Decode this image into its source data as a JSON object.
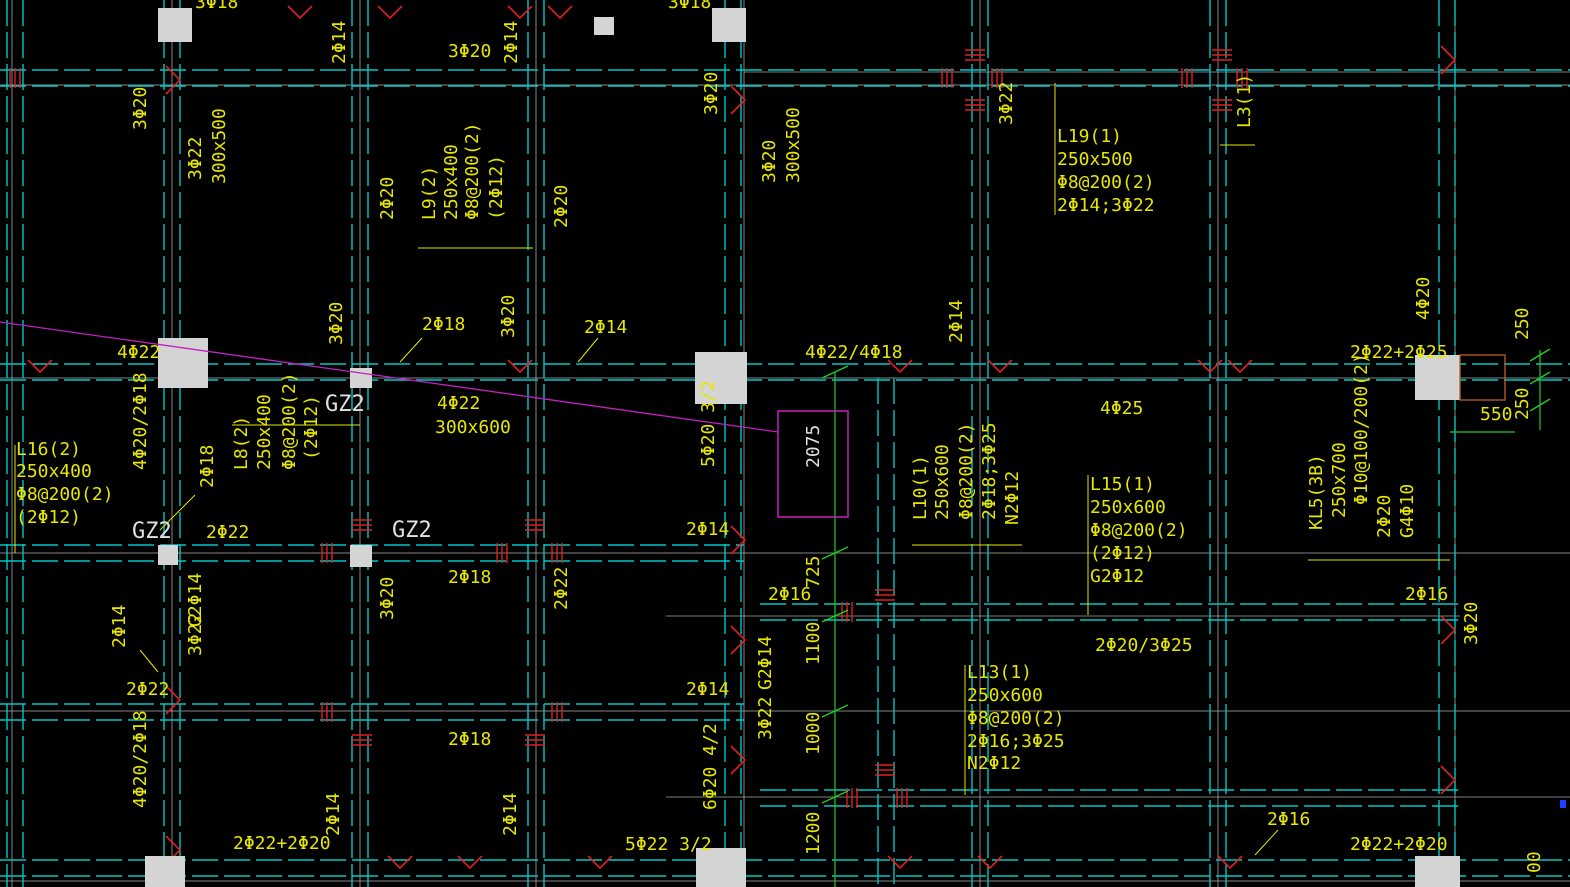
{
  "colors": {
    "background": "#000000",
    "text": "#e6e600",
    "column": "#d4d4d4",
    "axis": "#ffffff",
    "beam": "#00c8c8",
    "rebar": "#e02020",
    "dimension": "#22cc22",
    "highlight": "#c020c0",
    "orange": "#c06020",
    "grid": "#b0b0b0"
  },
  "labels": [
    {
      "text": "3Φ18"
    },
    {
      "text": "3Φ18"
    },
    {
      "text": "3Φ20"
    },
    {
      "text": "2Φ14"
    },
    {
      "text": "2Φ14"
    },
    {
      "text": "3Φ20"
    },
    {
      "text": "3Φ22"
    },
    {
      "text": "3Φ20"
    },
    {
      "text": "3Φ22"
    },
    {
      "text": "300x500"
    },
    {
      "text": "L9(2)"
    },
    {
      "text": "250x400"
    },
    {
      "text": "Φ8@200(2)"
    },
    {
      "text": "(2Φ12)"
    },
    {
      "text": "2Φ20"
    },
    {
      "text": "2Φ20"
    },
    {
      "text": "3Φ20"
    },
    {
      "text": "300x500"
    },
    {
      "text": "L19(1)"
    },
    {
      "text": "250x500"
    },
    {
      "text": "Φ8@200(2)"
    },
    {
      "text": "2Φ14;3Φ22"
    },
    {
      "text": "L3(1)"
    },
    {
      "text": "2Φ18"
    },
    {
      "text": "2Φ14"
    },
    {
      "text": "4Φ22"
    },
    {
      "text": "3Φ20"
    },
    {
      "text": "3Φ20"
    },
    {
      "text": "4Φ22/4Φ18"
    },
    {
      "text": "2Φ14"
    },
    {
      "text": "2Φ22+2Φ25"
    },
    {
      "text": "4Φ20"
    },
    {
      "text": "GZ2"
    },
    {
      "text": "4Φ22"
    },
    {
      "text": "300x600"
    },
    {
      "text": "4Φ25"
    },
    {
      "text": "L16(2)"
    },
    {
      "text": "250x400"
    },
    {
      "text": "Φ8@200(2)"
    },
    {
      "text": "(2Φ12)"
    },
    {
      "text": "4Φ20/2Φ18"
    },
    {
      "text": "2Φ18"
    },
    {
      "text": "L8(2)"
    },
    {
      "text": "250x400"
    },
    {
      "text": "Φ8@200(2)"
    },
    {
      "text": "(2Φ12)"
    },
    {
      "text": "5Φ20 3/2"
    },
    {
      "text": "2075"
    },
    {
      "text": "L10(1)"
    },
    {
      "text": "250x600"
    },
    {
      "text": "Φ8@200(2)"
    },
    {
      "text": "2Φ18;3Φ25"
    },
    {
      "text": "N2Φ12"
    },
    {
      "text": "L15(1)"
    },
    {
      "text": "250x600"
    },
    {
      "text": "Φ8@200(2)"
    },
    {
      "text": "(2Φ12)"
    },
    {
      "text": "G2Φ12"
    },
    {
      "text": "KL5(3B)"
    },
    {
      "text": "250x700"
    },
    {
      "text": "Φ10@100/200(2)"
    },
    {
      "text": "2Φ20"
    },
    {
      "text": "G4Φ10"
    },
    {
      "text": "GZ2"
    },
    {
      "text": "2Φ22"
    },
    {
      "text": "GZ2"
    },
    {
      "text": "2Φ14"
    },
    {
      "text": "2Φ18"
    },
    {
      "text": "2Φ16"
    },
    {
      "text": "725"
    },
    {
      "text": "2Φ16"
    },
    {
      "text": "3Φ20"
    },
    {
      "text": "2Φ22"
    },
    {
      "text": "2Φ14"
    },
    {
      "text": "3Φ22"
    },
    {
      "text": "G2Φ14"
    },
    {
      "text": "2Φ22"
    },
    {
      "text": "2Φ20/3Φ25"
    },
    {
      "text": "3Φ20"
    },
    {
      "text": "2Φ14"
    },
    {
      "text": "G2Φ14"
    },
    {
      "text": "1100"
    },
    {
      "text": "L13(1)"
    },
    {
      "text": "250x600"
    },
    {
      "text": "Φ8@200(2)"
    },
    {
      "text": "2Φ16;3Φ25"
    },
    {
      "text": "N2Φ12"
    },
    {
      "text": "2Φ18"
    },
    {
      "text": "3Φ22"
    },
    {
      "text": "1000"
    },
    {
      "text": "4Φ20/2Φ18"
    },
    {
      "text": "6Φ20 4/2"
    },
    {
      "text": "2Φ16"
    },
    {
      "text": "2Φ22+2Φ20"
    },
    {
      "text": "2Φ14"
    },
    {
      "text": "2Φ14"
    },
    {
      "text": "5Φ22 3/2"
    },
    {
      "text": "1200"
    },
    {
      "text": "2Φ22+2Φ20"
    },
    {
      "text": "250"
    },
    {
      "text": "250"
    },
    {
      "text": "550"
    },
    {
      "text": "00"
    }
  ]
}
